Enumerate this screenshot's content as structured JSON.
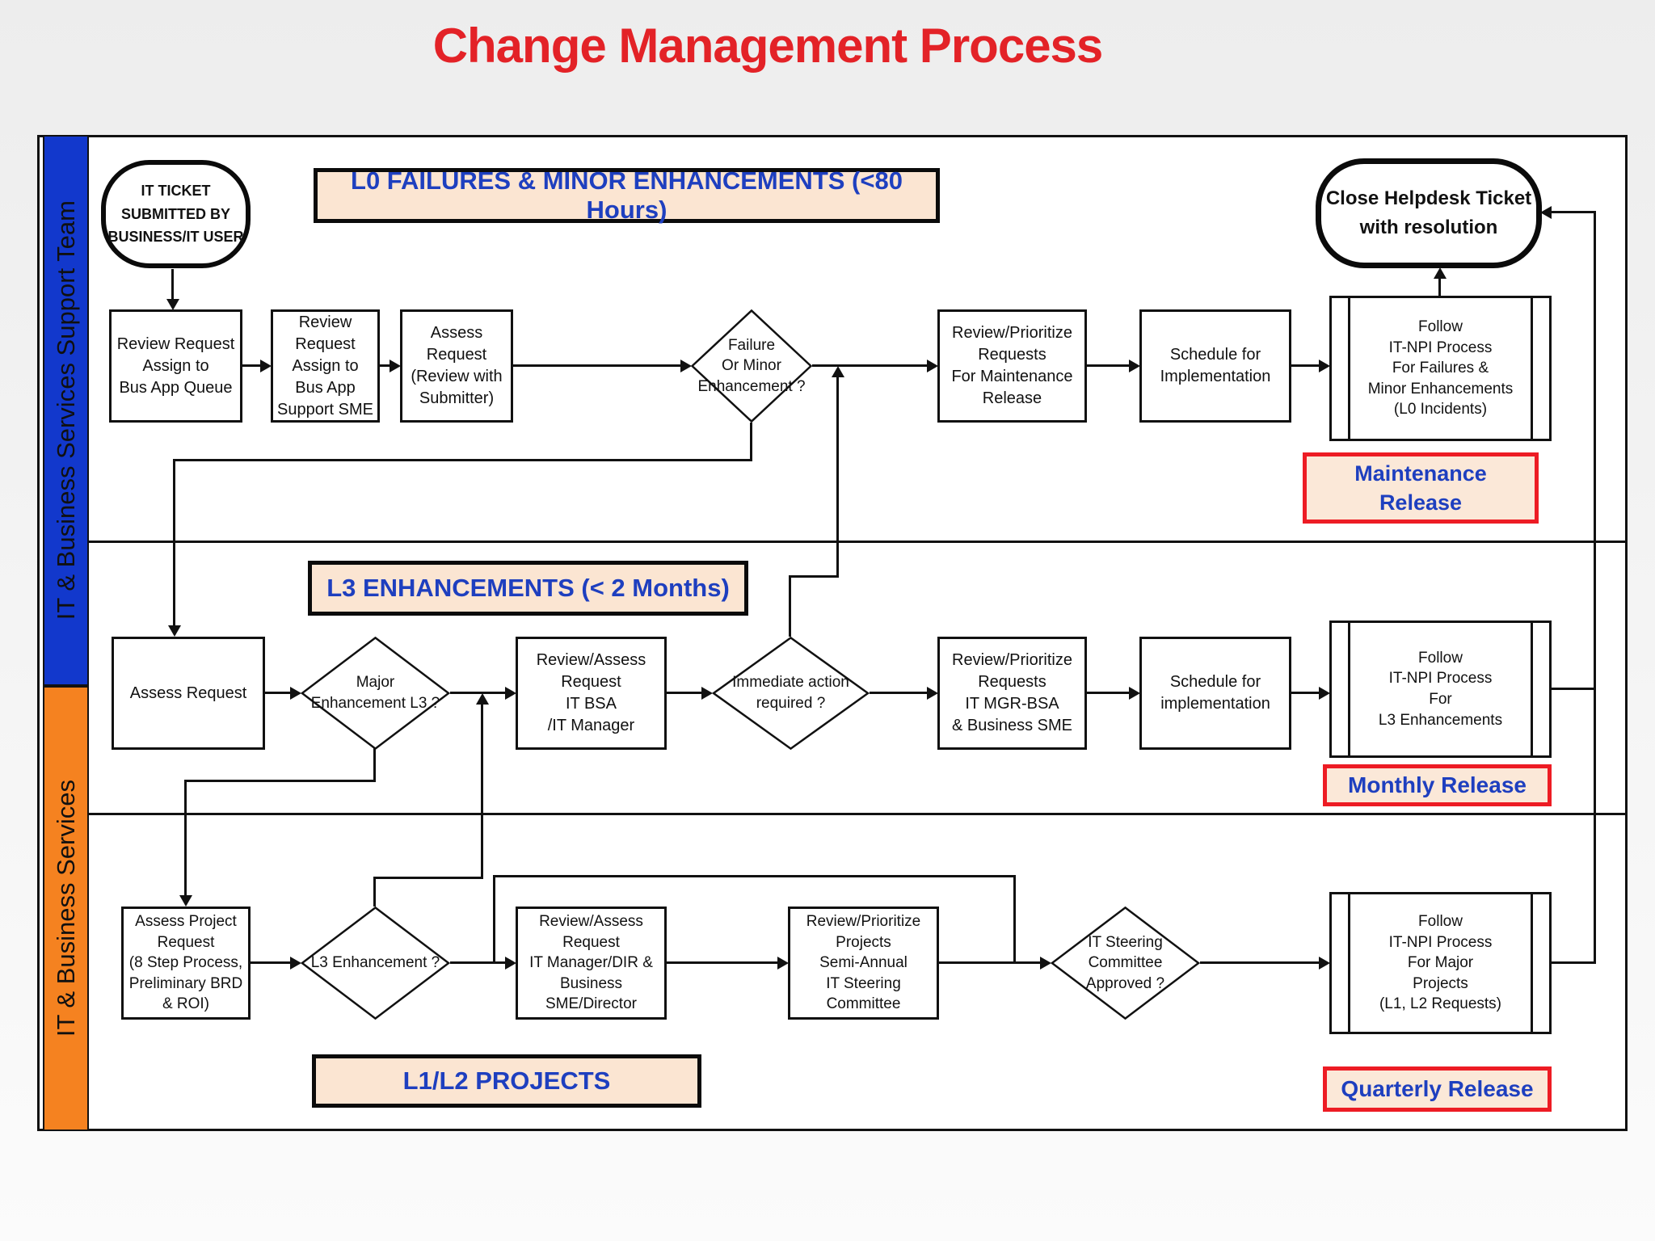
{
  "title": "Change Management Process",
  "colors": {
    "title_red": "#e32227",
    "banner_fill": "#fbe5d2",
    "banner_text_blue": "#1e3fbf",
    "release_border_red": "#ed1c24",
    "sidebar_blue": "#1238cc",
    "sidebar_orange": "#f58220",
    "line_black": "#111111"
  },
  "sidebar": {
    "top_label": "IT & Business Services Support Team",
    "bottom_label": "IT & Business Services"
  },
  "banners": {
    "l0": "L0 FAILURES & MINOR ENHANCEMENTS (<80 Hours)",
    "l3": "L3  ENHANCEMENTS (< 2 Months)",
    "l1l2": "L1/L2 PROJECTS"
  },
  "releases": {
    "maintenance": "Maintenance\nRelease",
    "monthly": "Monthly Release",
    "quarterly": "Quarterly Release"
  },
  "nodes": {
    "start_oval": "IT TICKET\nSUBMITTED BY\nBUSINESS/IT USER",
    "review_queue": "Review Request\nAssign to\nBus App Queue",
    "review_sme": "Review Request\nAssign to\nBus App\nSupport SME",
    "assess_submitter": "Assess Request\n(Review with\nSubmitter)",
    "failure_diamond": "Failure\nOr Minor\nEnhancement ?",
    "rp_maintenance": "Review/Prioritize\nRequests\nFor Maintenance\nRelease",
    "schedule_impl_1": "Schedule for\nImplementation",
    "follow_l0": "Follow\nIT-NPI Process\nFor Failures &\nMinor Enhancements\n(L0 Incidents)",
    "close_oval": "Close Helpdesk Ticket\nwith resolution",
    "assess_request": "Assess Request",
    "major_diamond": "Major\nEnhancement L3 ?",
    "review_assess_bsa": "Review/Assess\nRequest\nIT BSA\n/IT Manager",
    "immediate_diamond": "Immediate action\nrequired ?",
    "rp_mgr_bsa": "Review/Prioritize\nRequests\nIT MGR-BSA\n& Business SME",
    "schedule_impl_2": "Schedule for\nimplementation",
    "follow_l3": "Follow\nIT-NPI Process\nFor\nL3 Enhancements",
    "assess_project": "Assess Project\nRequest\n(8 Step Process,\nPreliminary BRD\n& ROI)",
    "l3_diamond": "L3 Enhancement ?",
    "review_assess_mgr": "Review/Assess\nRequest\nIT Manager/DIR &\nBusiness\nSME/Director",
    "rp_projects": "Review/Prioritize\nProjects\nSemi-Annual\nIT Steering\nCommittee",
    "steering_diamond": "IT Steering\nCommittee\nApproved ?",
    "follow_major": "Follow\nIT-NPI Process\nFor Major\nProjects\n(L1, L2 Requests)"
  }
}
